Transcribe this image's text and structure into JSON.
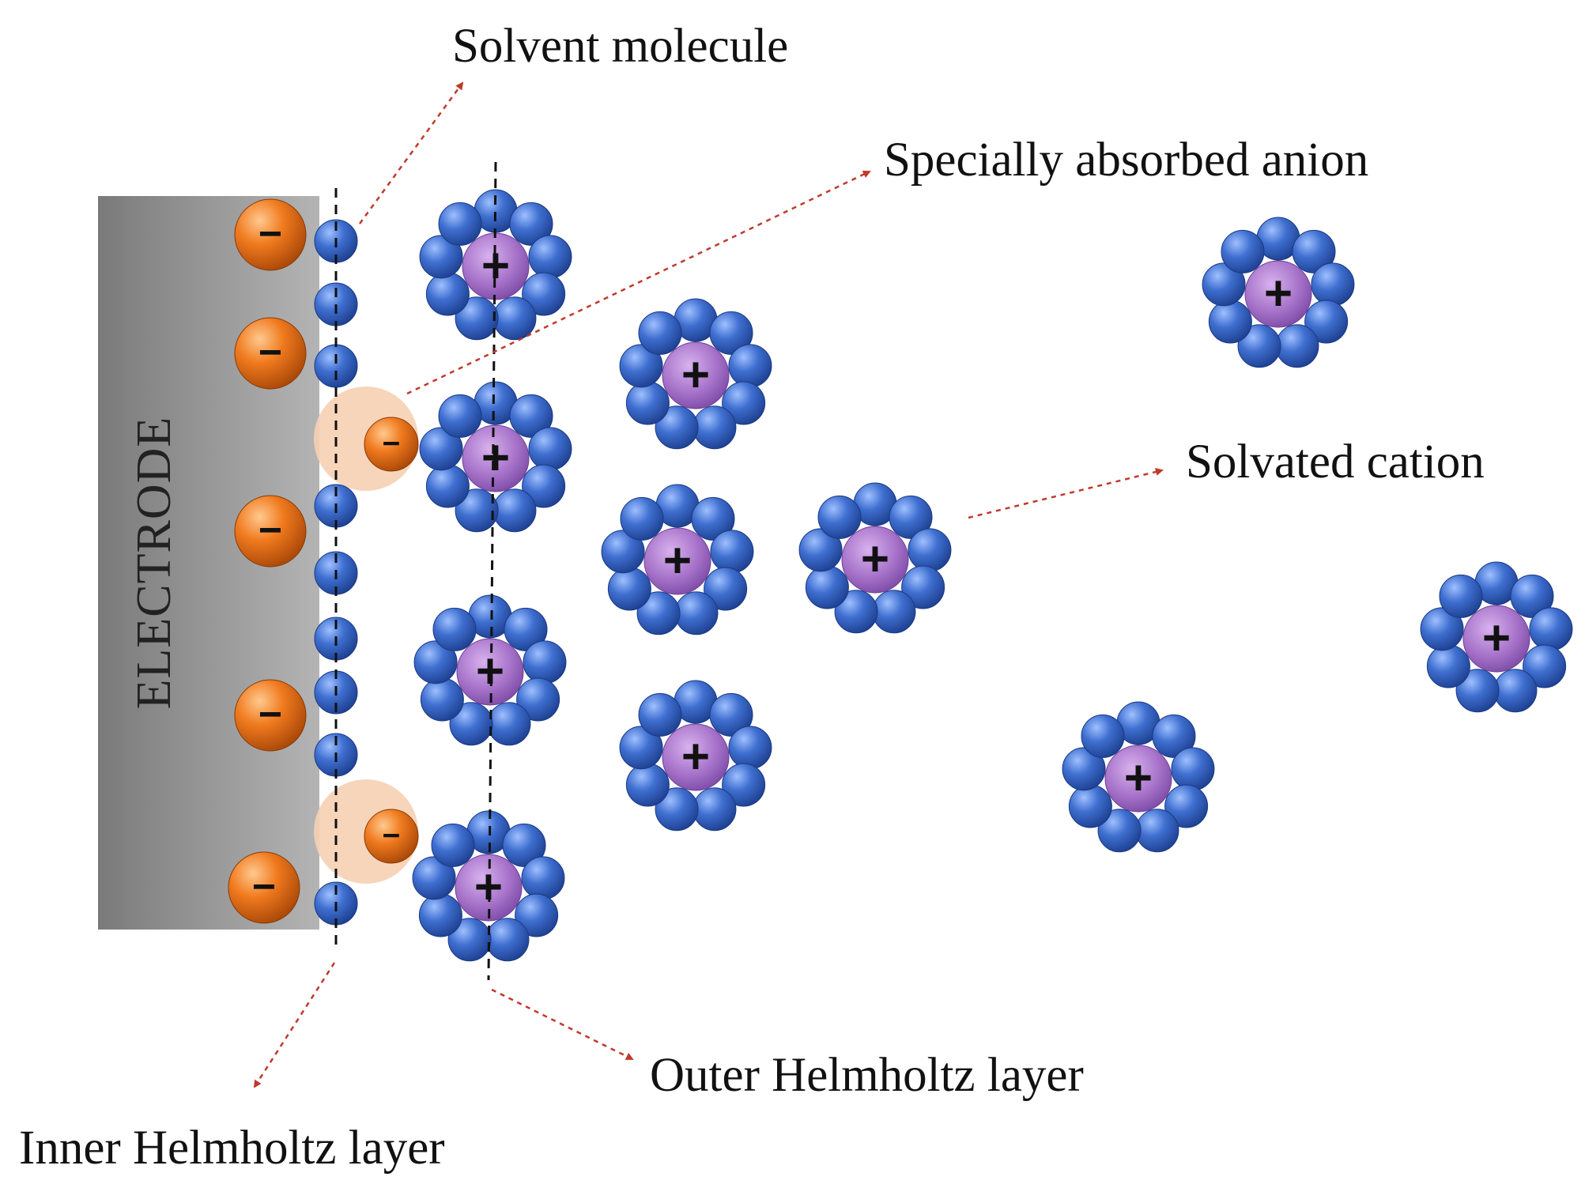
{
  "electrode": {
    "label": "ELECTRODE",
    "fill": "#8f8f8f"
  },
  "labels": {
    "solvent_molecule": "Solvent molecule",
    "specially_absorbed_anion": "Specially absorbed anion",
    "solvated_cation": "Solvated cation",
    "outer_helmholtz_layer": "Outer Helmholtz layer",
    "inner_helmholtz_layer": "Inner Helmholtz layer"
  },
  "signs": {
    "anion": "−",
    "cation": "+"
  },
  "colors": {
    "anion": "#e8741e",
    "anion_halo": "#f7d2b6",
    "solvent": "#3a66c4",
    "cation": "#a874c8",
    "arrow": "#c0392b",
    "dashed_line": "#111111"
  }
}
